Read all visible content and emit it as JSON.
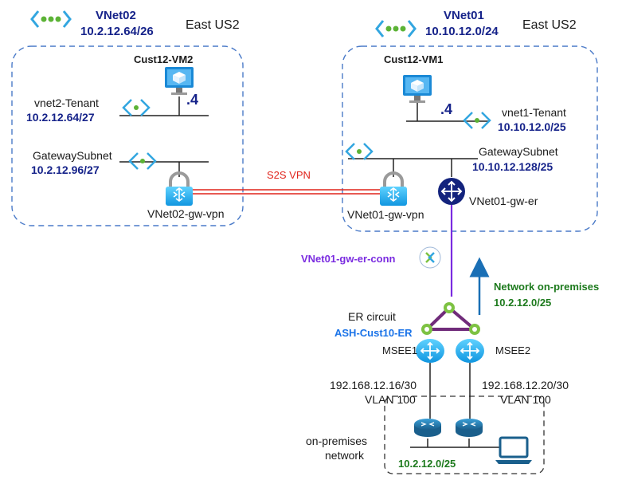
{
  "vnet02": {
    "name": "VNet02",
    "cidr": "10.2.12.64/26",
    "region": "East US2",
    "vm_name": "Cust12-VM2",
    "vm_ip": ".4",
    "tenant_subnet_name": "vnet2-Tenant",
    "tenant_subnet_cidr": "10.2.12.64/27",
    "gateway_subnet_name": "GatewaySubnet",
    "gateway_subnet_cidr": "10.2.12.96/27",
    "vpn_gateway": "VNet02-gw-vpn"
  },
  "vnet01": {
    "name": "VNet01",
    "cidr": "10.10.12.0/24",
    "region": "East US2",
    "vm_name": "Cust12-VM1",
    "vm_ip": ".4",
    "tenant_subnet_name": "vnet1-Tenant",
    "tenant_subnet_cidr": "10.10.12.0/25",
    "gateway_subnet_name": "GatewaySubnet",
    "gateway_subnet_cidr": "10.10.12.128/25",
    "vpn_gateway": "VNet01-gw-vpn",
    "er_gateway": "VNet01-gw-er"
  },
  "s2s_label": "S2S VPN",
  "er_connection": "VNet01-gw-er-conn",
  "network_on_prem": {
    "title": "Network on-premises",
    "cidr": "10.2.12.0/25"
  },
  "er_circuit": {
    "label": "ER circuit",
    "name": "ASH-Cust10-ER",
    "msee1": "MSEE1",
    "msee2": "MSEE2"
  },
  "links": {
    "left_subnet": "192.168.12.16/30",
    "left_vlan": "VLAN 100",
    "right_subnet": "192.168.12.20/30",
    "right_vlan": "VLAN 100"
  },
  "on_prem": {
    "label_line1": "on-premises",
    "label_line2": "network",
    "cidr": "10.2.12.0/25"
  },
  "colors": {
    "dashed_blue": "#4a7ac8",
    "vpn_red": "#e0241b",
    "er_purple": "#7a2be0",
    "green": "#1d7a1d",
    "arrow_blue": "#1a6fb5"
  }
}
